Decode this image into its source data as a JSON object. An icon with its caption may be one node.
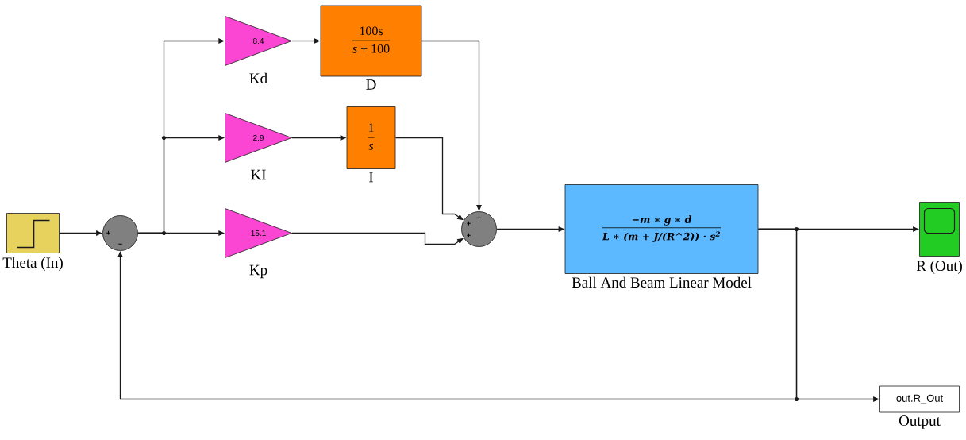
{
  "diagram": {
    "nodes": [
      {
        "text": [],
        "shape": "box",
        "beside": [
          "Theta (In)"
        ]
      },
      {
        "text": [
          "+",
          "−"
        ]
      },
      {
        "text": [
          "8.4"
        ],
        "beside": [
          "Kd"
        ]
      },
      {
        "text": [
          "100s",
          "*s* + 100"
        ],
        "beside": [
          "D"
        ]
      },
      {
        "text": [
          "2.9"
        ],
        "beside": [
          "KI"
        ]
      },
      {
        "text": [
          "1",
          "s"
        ],
        "beside": [
          "I"
        ]
      },
      {
        "text": [
          "15.1"
        ],
        "beside": [
          "Kp"
        ]
      },
      {
        "text": [
          "+",
          "+",
          "+"
        ]
      },
      {
        "text": [
          "−m ∗ g ∗ d",
          "L ∗ (m + J/(R^2)) · s$^{2}$"
        ],
        "beside": [
          "Ball And Beam Linear Model"
        ]
      },
      {
        "text": [],
        "shape": "box",
        "beside": [
          "R (Out)"
        ]
      },
      {
        "text": [
          "out.R_Out"
        ],
        "beside": [
          "Output"
        ]
      }
    ],
    "edges": [
      {
        "from": 0,
        "to": 1,
        "arrow": "to"
      },
      {
        "from": 1,
        "to": 2,
        "arrow": "to"
      },
      {
        "from": 1,
        "to": 4,
        "arrow": "to"
      },
      {
        "from": 1,
        "to": 6,
        "arrow": "to"
      },
      {
        "from": 2,
        "to": 3,
        "arrow": "to"
      },
      {
        "from": 4,
        "to": 5,
        "arrow": "to"
      },
      {
        "from": 3,
        "to": 7,
        "arrow": "to"
      },
      {
        "from": 5,
        "to": 7,
        "arrow": "to"
      },
      {
        "from": 6,
        "to": 7,
        "arrow": "to"
      },
      {
        "from": 7,
        "to": 8,
        "arrow": "to"
      },
      {
        "from": 8,
        "to": 9,
        "arrow": "to"
      },
      {
        "from": 8,
        "to": 10,
        "arrow": "to"
      },
      {
        "from": 8,
        "to": 1,
        "arrow": "to"
      }
    ]
  }
}
